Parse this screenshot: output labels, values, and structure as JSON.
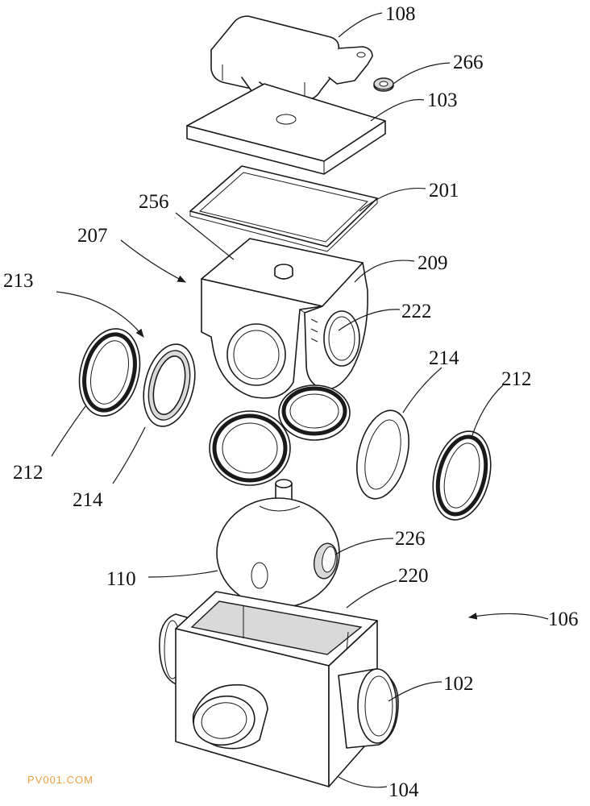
{
  "figure": {
    "reference_numerals": {
      "r108": "108",
      "r266": "266",
      "r103": "103",
      "r201": "201",
      "r256": "256",
      "r207": "207",
      "r209": "209",
      "r213": "213",
      "r222": "222",
      "r212_left": "212",
      "r214_left": "214",
      "r214_right": "214",
      "r212_right": "212",
      "r226": "226",
      "r110": "110",
      "r220": "220",
      "r106": "106",
      "r102": "102",
      "r104": "104"
    }
  },
  "watermark": {
    "text": "PV001.COM",
    "color": "#f0a040"
  }
}
